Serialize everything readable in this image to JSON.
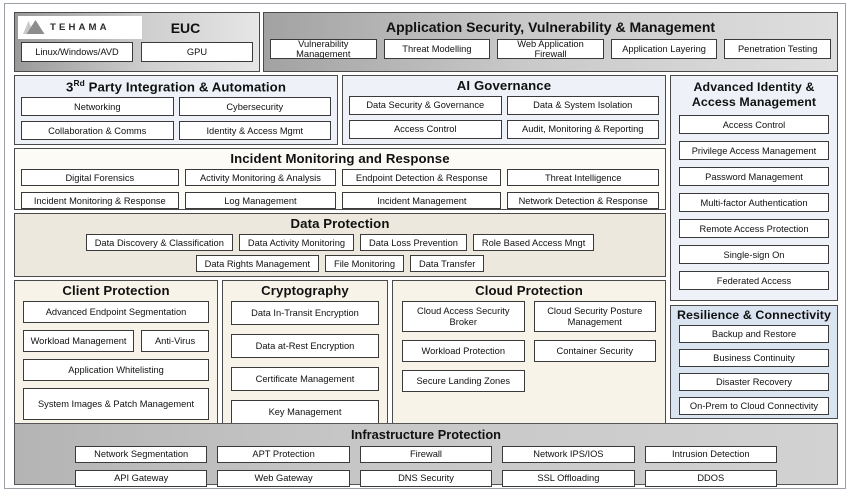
{
  "brand": {
    "logo_icon": "tehama-mountain-logo",
    "name": "TEHAMA"
  },
  "top": {
    "euc": {
      "title": "EUC",
      "items": [
        "Linux/Windows/AVD",
        "GPU"
      ]
    },
    "app_security": {
      "title": "Application Security, Vulnerability & Management",
      "items": [
        "Vulnerability Management",
        "Threat Modelling",
        "Web Application Firewall",
        "Application Layering",
        "Penetration Testing"
      ]
    }
  },
  "third_party": {
    "title_prefix": "3",
    "title_sup": "Rd",
    "title_rest": " Party Integration & Automation",
    "items": [
      "Networking",
      "Cybersecurity",
      "Collaboration & Comms",
      "Identity & Access Mgmt"
    ]
  },
  "ai_governance": {
    "title": "AI Governance",
    "items": [
      "Data Security & Governance",
      "Data & System Isolation",
      "Access Control",
      "Audit, Monitoring & Reporting"
    ]
  },
  "incident": {
    "title": "Incident Monitoring and Response",
    "items": [
      "Digital Forensics",
      "Activity Monitoring & Analysis",
      "Endpoint Detection & Response",
      "Threat Intelligence",
      "Incident Monitoring & Response",
      "Log Management",
      "Incident Management",
      "Network Detection & Response"
    ]
  },
  "data_protection": {
    "title": "Data Protection",
    "row1": [
      "Data Discovery & Classification",
      "Data Activity Monitoring",
      "Data Loss Prevention",
      "Role Based Access Mngt"
    ],
    "row2": [
      "Data Rights Management",
      "File Monitoring",
      "Data Transfer"
    ]
  },
  "client_protection": {
    "title": "Client Protection",
    "items": [
      "Advanced Endpoint Segmentation",
      "Workload Management",
      "Anti-Virus",
      "Application Whitelisting",
      "System Images & Patch Management"
    ]
  },
  "cryptography": {
    "title": "Cryptography",
    "items": [
      "Data In-Transit Encryption",
      "Data at-Rest Encryption",
      "Certificate Management",
      "Key Management"
    ]
  },
  "cloud_protection": {
    "title": "Cloud Protection",
    "items": [
      "Cloud Access Security Broker",
      "Cloud Security Posture Management",
      "Workload Protection",
      "Container Security",
      "Secure Landing Zones"
    ]
  },
  "identity": {
    "title": "Advanced Identity & Access Management",
    "items": [
      "Access Control",
      "Privilege Access Management",
      "Password Management",
      "Multi-factor Authentication",
      "Remote Access Protection",
      "Single-sign On",
      "Federated Access"
    ]
  },
  "resilience": {
    "title": "Resilience & Connectivity",
    "items": [
      "Backup and Restore",
      "Business Continuity",
      "Disaster Recovery",
      "On-Prem to Cloud Connectivity"
    ]
  },
  "infrastructure": {
    "title": "Infrastructure Protection",
    "items": [
      "Network Segmentation",
      "APT Protection",
      "Firewall",
      "Network IPS/IOS",
      "Intrusion Detection",
      "API Gateway",
      "Web Gateway",
      "DNS Security",
      "SSL Offloading",
      "DDOS"
    ]
  },
  "colors": {
    "accent_blue": "#eef1f8",
    "accent_cream": "#fcfbf5",
    "accent_beige": "#ece8dd",
    "accent_beige_light": "#f7f3e8",
    "accent_light_blue": "#dbe5f1",
    "header_grey": "#c8c8c8",
    "border": "#3a3a3a"
  }
}
